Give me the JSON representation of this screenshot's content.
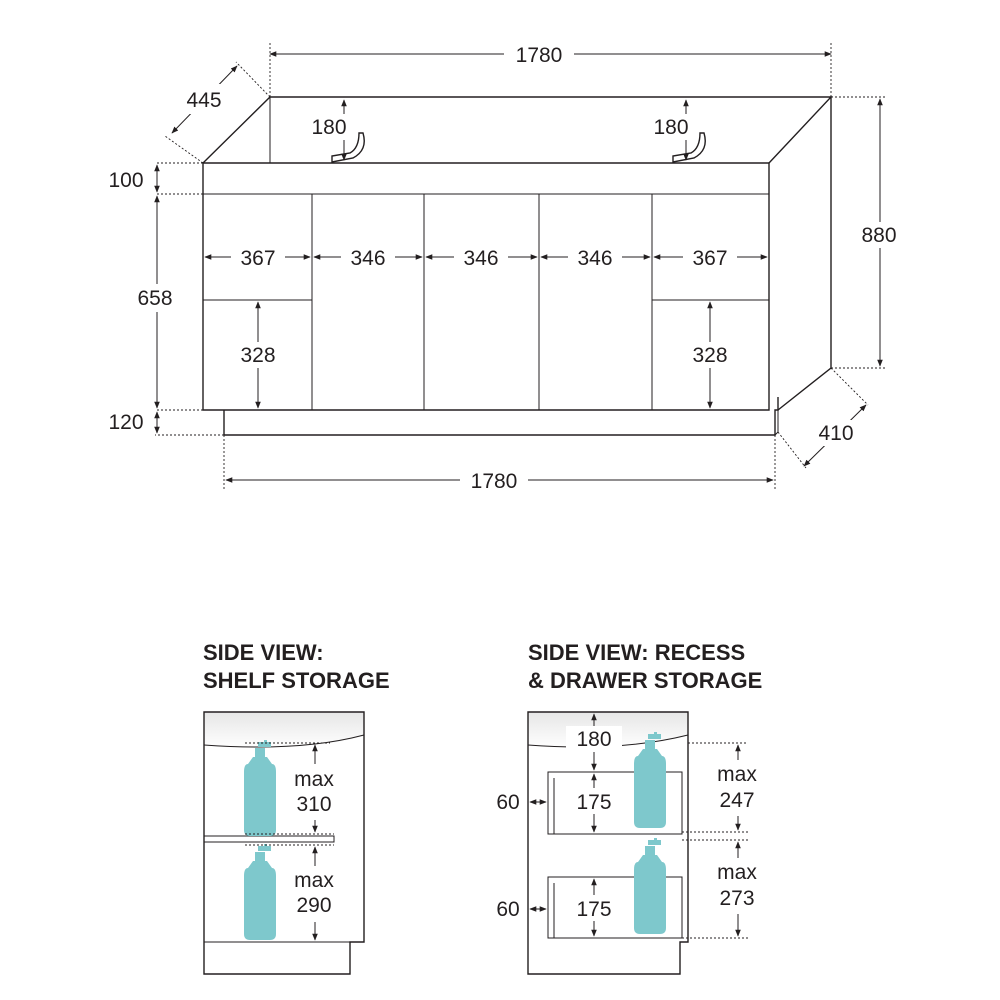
{
  "colors": {
    "line": "#231f20",
    "bottle": "#7ec8cc",
    "basin_gradient_top": "#e6e6e6"
  },
  "front_view": {
    "width_top": "1780",
    "depth_top": "445",
    "tap_height_left": "180",
    "tap_height_right": "180",
    "top_panel_height": "100",
    "door_height": "658",
    "kick_height": "120",
    "total_height": "880",
    "door_widths": [
      "367",
      "346",
      "346",
      "346",
      "367"
    ],
    "drawer_height_left": "328",
    "drawer_height_right": "328",
    "kick_depth": "410",
    "width_bottom": "1780"
  },
  "shelf_view": {
    "title_line1": "SIDE VIEW:",
    "title_line2": "SHELF STORAGE",
    "upper_label": "max",
    "upper_value": "310",
    "lower_label": "max",
    "lower_value": "290"
  },
  "drawer_view": {
    "title_line1": "SIDE VIEW: RECESS",
    "title_line2": "& DRAWER STORAGE",
    "basin_height": "180",
    "upper_drawer_height": "175",
    "lower_drawer_height": "175",
    "upper_offset": "60",
    "lower_offset": "60",
    "upper_label": "max",
    "upper_value": "247",
    "lower_label": "max",
    "lower_value": "273"
  }
}
